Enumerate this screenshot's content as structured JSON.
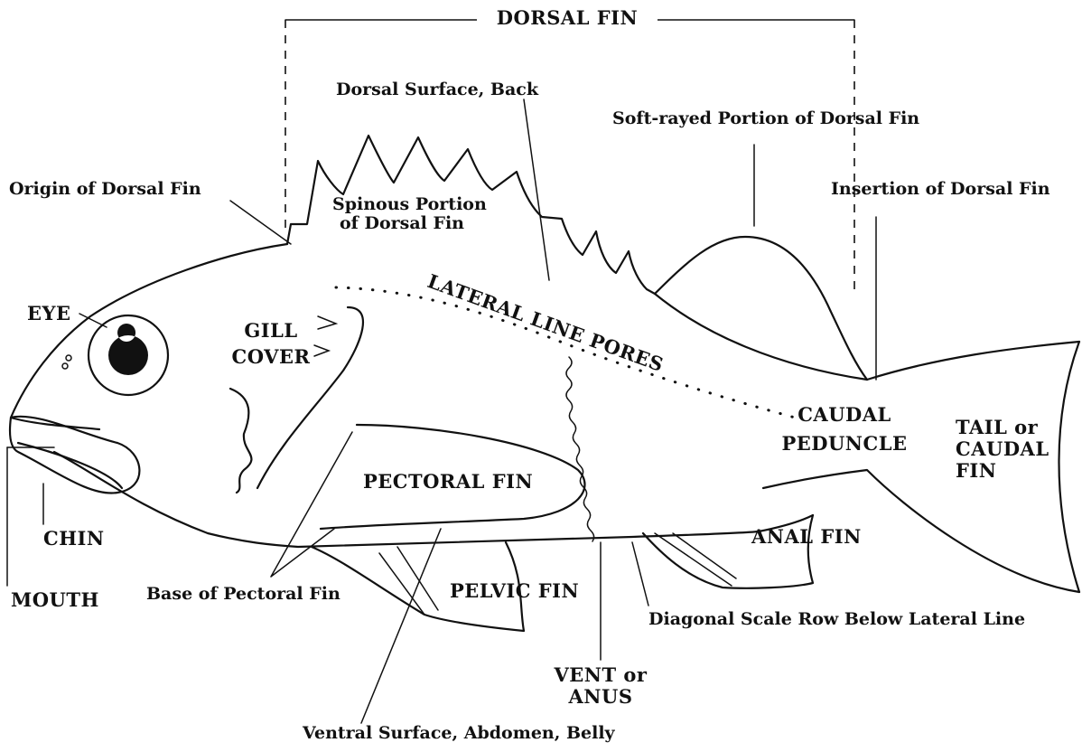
{
  "labels": {
    "dorsal_fin": "DORSAL FIN",
    "dorsal_surface": "Dorsal Surface, Back",
    "soft_rayed": "Soft-rayed Portion of Dorsal Fin",
    "origin_dorsal": "Origin of Dorsal Fin",
    "spinous_1": "Spinous Portion",
    "spinous_2": "of Dorsal Fin",
    "insertion_dorsal": "Insertion of Dorsal Fin",
    "lateral_line": "LATERAL LINE PORES",
    "eye": "EYE",
    "gill_1": "GILL",
    "gill_2": "COVER",
    "caudal_ped_1": "CAUDAL",
    "caudal_ped_2": "PEDUNCLE",
    "tail_1": "TAIL or",
    "tail_2": "CAUDAL",
    "tail_3": "FIN",
    "pectoral_fin": "PECTORAL FIN",
    "chin": "CHIN",
    "anal_fin": "ANAL FIN",
    "mouth": "MOUTH",
    "base_pectoral": "Base of Pectoral Fin",
    "pelvic_fin": "PELVIC FIN",
    "diagonal_scale": "Diagonal Scale Row Below Lateral Line",
    "vent_1": "VENT or",
    "vent_2": "ANUS",
    "ventral_surface": "Ventral Surface, Abdomen, Belly"
  }
}
